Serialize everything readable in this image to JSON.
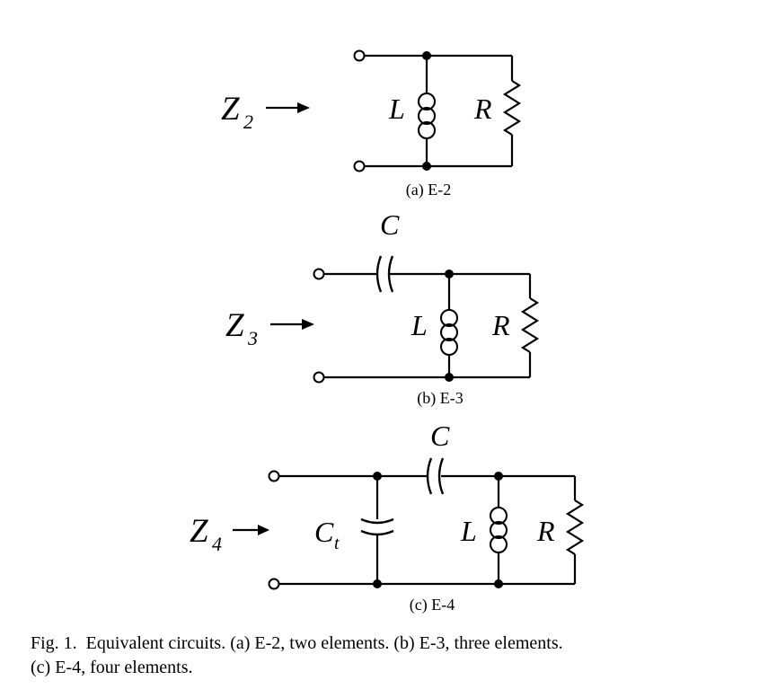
{
  "figure_caption": {
    "line1": "Fig. 1.  Equivalent circuits. (a) E-2, two elements. (b) E-3, three elements.",
    "line2": "(c) E-4, four elements."
  },
  "icons": {
    "impedance_arrow": "→"
  },
  "circuits": {
    "a": {
      "impedance_base": "Z",
      "impedance_sub": "2",
      "inductor_label": "L",
      "resistor_label": "R",
      "caption": "(a) E-2"
    },
    "b": {
      "impedance_base": "Z",
      "impedance_sub": "3",
      "capacitor_label": "C",
      "inductor_label": "L",
      "resistor_label": "R",
      "caption": "(b) E-3"
    },
    "c": {
      "impedance_base": "Z",
      "impedance_sub": "4",
      "series_capacitor_label": "C",
      "shunt_capacitor_base": "C",
      "shunt_capacitor_sub": "t",
      "inductor_label": "L",
      "resistor_label": "R",
      "caption": "(c) E-4"
    }
  }
}
